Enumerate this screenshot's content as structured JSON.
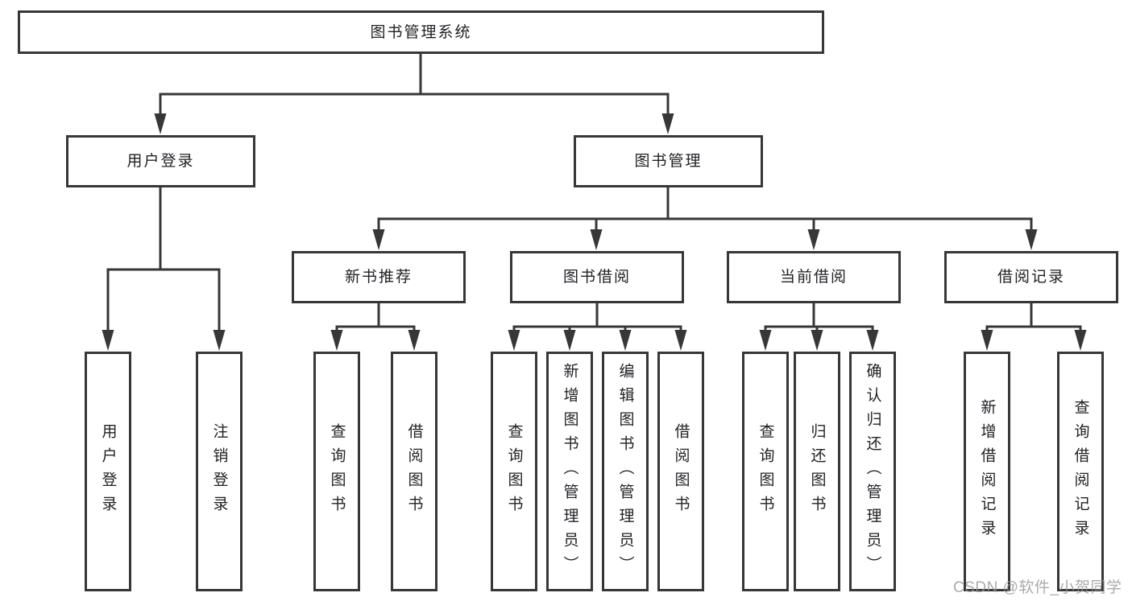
{
  "diagram": {
    "root_label": "图书管理系统",
    "level2": [
      {
        "label": "用户登录",
        "leaves": [
          "用户登录",
          "注销登录"
        ]
      },
      {
        "label": "图书管理"
      }
    ],
    "level3": [
      {
        "label": "新书推荐",
        "leaves": [
          "查询图书",
          "借阅图书"
        ]
      },
      {
        "label": "图书借阅",
        "leaves": [
          "查询图书",
          "新增图书（管理员）",
          "编辑图书（管理员）",
          "借阅图书"
        ]
      },
      {
        "label": "当前借阅",
        "leaves": [
          "查询图书",
          "归还图书",
          "确认归还（管理员）"
        ]
      },
      {
        "label": "借阅记录",
        "leaves": [
          "新增借阅记录",
          "查询借阅记录"
        ]
      }
    ]
  },
  "colors": {
    "line": "#373737",
    "box_fill": "#ffffff",
    "text": "#222226",
    "watermark": "#999999"
  },
  "watermark": {
    "text": "CSDN @软件_小贺同学"
  }
}
